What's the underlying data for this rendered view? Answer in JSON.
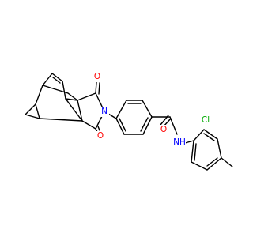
{
  "colors": {
    "bond": "#000000",
    "nitrogen": "#0000ff",
    "oxygen": "#ff0000",
    "chlorine": "#00aa00",
    "background": "#ffffff"
  },
  "atoms": {
    "imide_o_top": "O",
    "imide_o_bottom": "O",
    "imide_n": "N",
    "amide_o": "O",
    "amide_nh": "NH",
    "chlorine": "Cl"
  }
}
